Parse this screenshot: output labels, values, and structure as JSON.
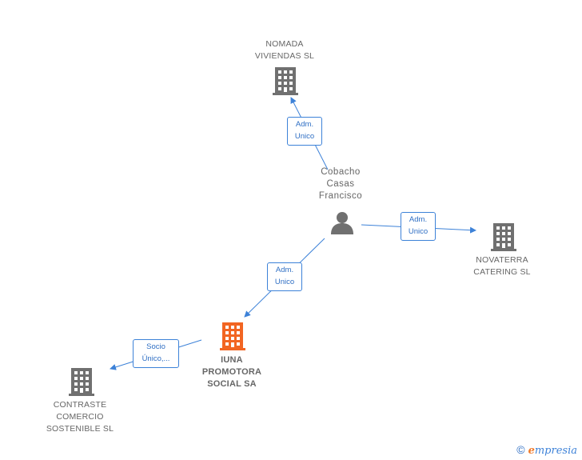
{
  "nodes": {
    "nomada": {
      "line1": "NOMADA",
      "line2": "VIVIENDAS SL",
      "icon": "building-icon"
    },
    "person": {
      "line1": "Cobacho",
      "line2": "Casas",
      "line3": "Francisco",
      "icon": "person-icon"
    },
    "novaterra": {
      "line1": "NOVATERRA",
      "line2": "CATERING SL",
      "icon": "building-icon"
    },
    "iuna": {
      "line1": "IUNA",
      "line2": "PROMOTORA",
      "line3": "SOCIAL SA",
      "icon": "building-icon"
    },
    "contraste": {
      "line1": "CONTRASTE",
      "line2": "COMERCIO",
      "line3": "SOSTENIBLE SL",
      "icon": "building-icon"
    }
  },
  "edges": {
    "to_nomada": {
      "line1": "Adm.",
      "line2": "Unico"
    },
    "to_novaterra": {
      "line1": "Adm.",
      "line2": "Unico"
    },
    "to_iuna": {
      "line1": "Adm.",
      "line2": "Unico"
    },
    "to_contraste": {
      "line1": "Socio",
      "line2": "Único,..."
    }
  },
  "watermark": {
    "copyright": "©",
    "brand_first": "e",
    "brand_rest": "mpresia"
  },
  "colors": {
    "focus": "#f26522",
    "node": "#707070",
    "edge": "#3d82d8"
  }
}
